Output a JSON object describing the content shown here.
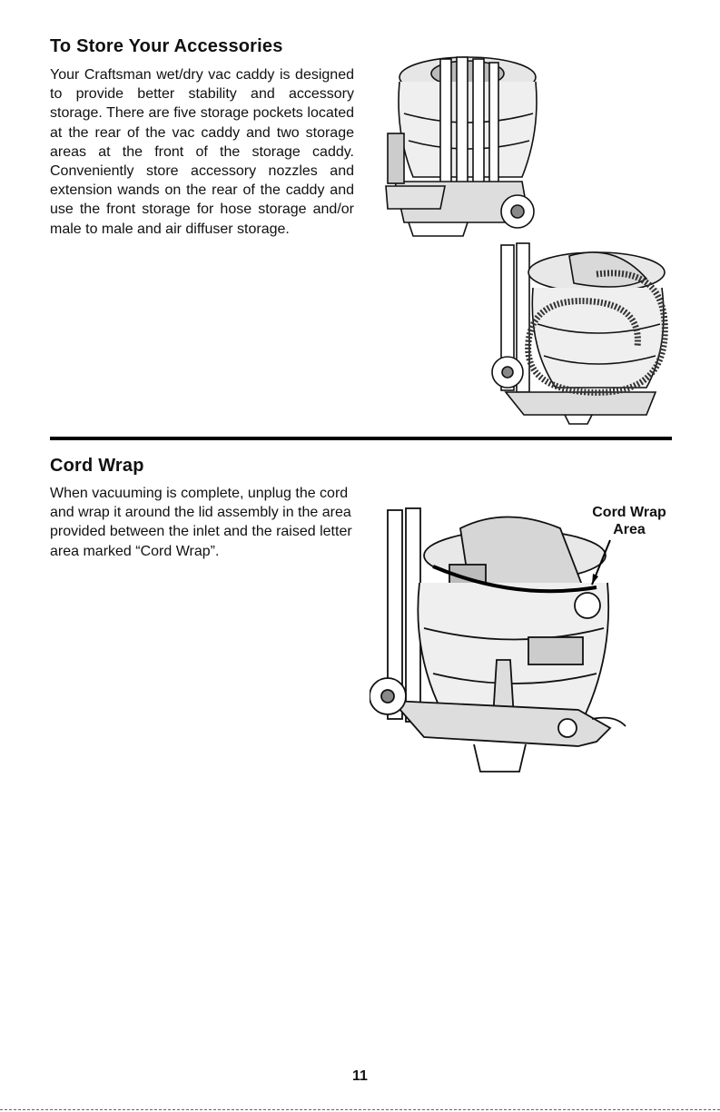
{
  "store_section": {
    "heading": "To Store Your Accessories",
    "body": "Your Craftsman wet/dry vac caddy is designed to provide better stability and accessory storage. There are five storage pockets located at the rear of the vac caddy and two storage areas at the front of the storage caddy. Conveniently store accessory nozzles and extension wands on the rear of the caddy and use the front storage for hose storage and/or male to male and air diffuser storage."
  },
  "cord_section": {
    "heading": "Cord Wrap",
    "body": "When vacuuming is complete, unplug the cord and wrap it around the lid assembly in the area provided between the inlet and the raised letter area marked “Cord Wrap”.",
    "callout_line1": "Cord Wrap",
    "callout_line2": "Area"
  },
  "page_number": "11"
}
